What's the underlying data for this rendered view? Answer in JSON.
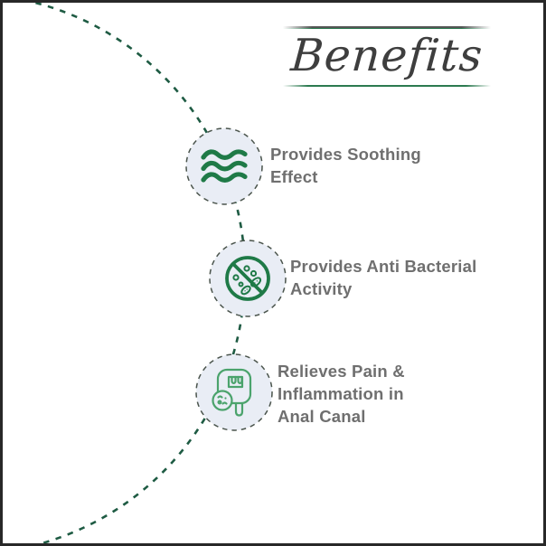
{
  "page": {
    "title": "Benefits",
    "colors": {
      "accent_green": "#1f7a47",
      "light_green": "#4ba36c",
      "arc_dash_green": "#1e5b43",
      "circle_fill": "#e9edf5",
      "circle_dash": "#4a544c",
      "rule_green": "#2c7a50",
      "rule_dark": "#555555",
      "title_text": "#3e3e3e",
      "body_text": "#6f6f6f",
      "frame_border": "#282828"
    }
  },
  "benefits": [
    {
      "id": "soothing",
      "icon": "waves-icon",
      "label": "Provides Soothing\nEffect"
    },
    {
      "id": "antibacterial",
      "icon": "no-bacteria-icon",
      "label": "Provides Anti Bacterial\nActivity"
    },
    {
      "id": "pain-relief",
      "icon": "intestine-icon",
      "label": "Relieves Pain &\nInflammation in\nAnal Canal"
    }
  ]
}
